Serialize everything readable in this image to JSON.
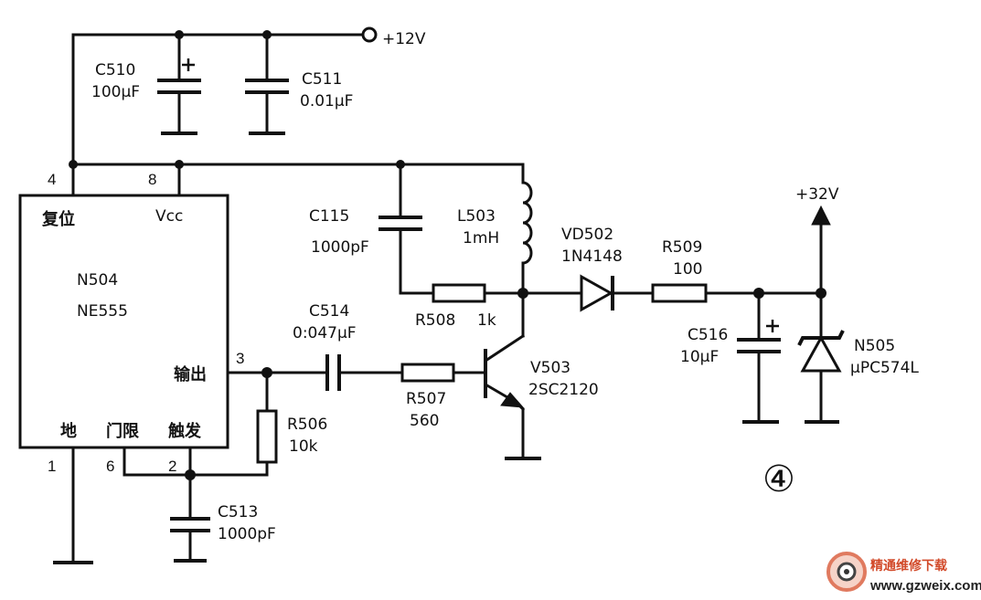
{
  "supply": {
    "v12": "+12V",
    "v32": "+32V"
  },
  "ic": {
    "ref": "N504",
    "part": "NE555",
    "pin_reset": "复位",
    "pin_vcc": "Vcc",
    "pin_out": "输出",
    "pin_gnd": "地",
    "pin_thr": "门限",
    "pin_trig": "触发",
    "pin4": "4",
    "pin8": "8",
    "pin3": "3",
    "pin1": "1",
    "pin6": "6",
    "pin2": "2"
  },
  "components": {
    "c510_ref": "C510",
    "c510_val": "100μF",
    "c511_ref": "C511",
    "c511_val": "0.01μF",
    "c115_ref": "C115",
    "c115_val": "1000pF",
    "l503_ref": "L503",
    "l503_val": "1mH",
    "vd502_ref": "VD502",
    "vd502_val": "1N4148",
    "r509_ref": "R509",
    "r509_val": "100",
    "r508_ref": "R508",
    "r508_val": "1k",
    "c514_ref": "C514",
    "c514_val": "0:047μF",
    "r507_ref": "R507",
    "r507_val": "560",
    "v503_ref": "V503",
    "v503_val": "2SC2120",
    "r506_ref": "R506",
    "r506_val": "10k",
    "c513_ref": "C513",
    "c513_val": "1000pF",
    "c516_ref": "C516",
    "c516_val": "10μF",
    "n505_ref": "N505",
    "n505_val": "μPC574L"
  },
  "figure_number": "④",
  "watermark": {
    "cn": "精通维修下载",
    "url": "www.gzweix.com"
  }
}
